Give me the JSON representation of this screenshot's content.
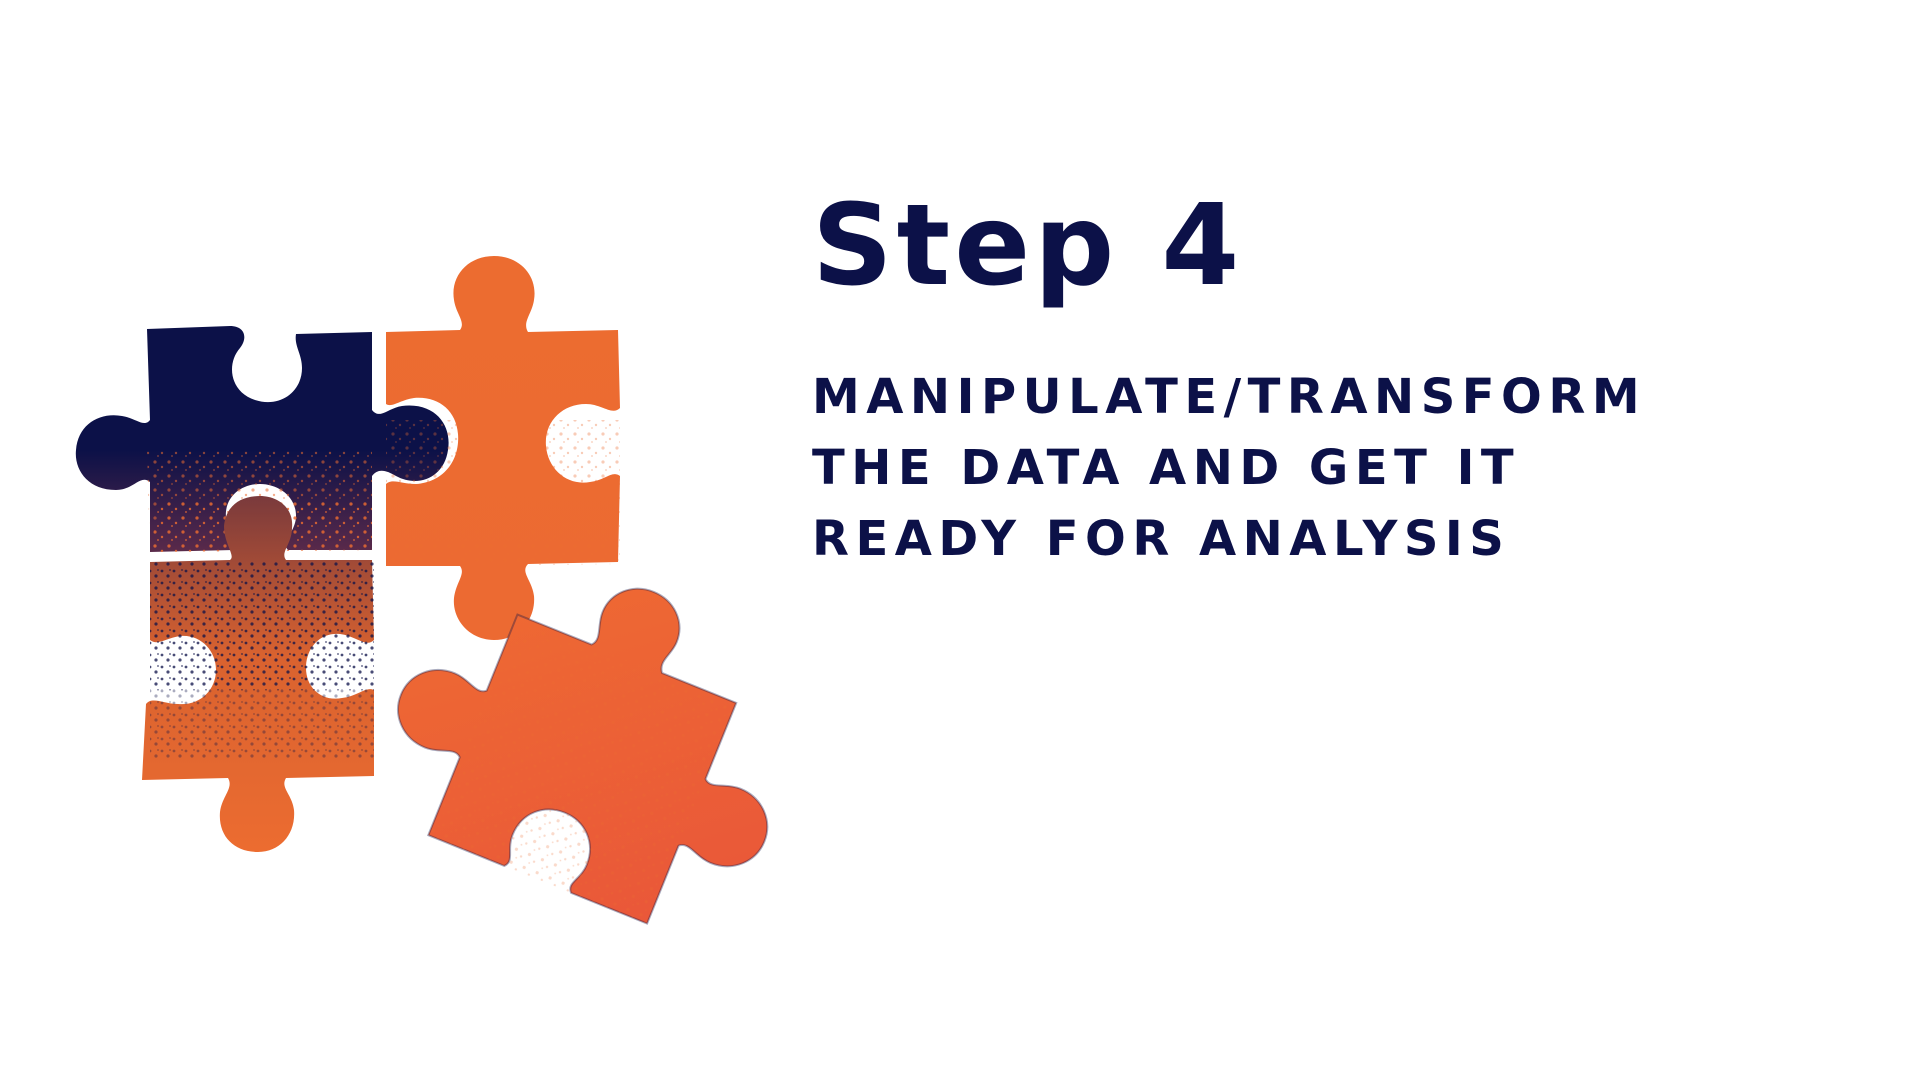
{
  "colors": {
    "navy": "#0c1148",
    "orange": "#ec6c30",
    "red_orange": "#e9553a",
    "background": "#ffffff"
  },
  "illustration": {
    "icon": "jigsaw-puzzle-pieces-icon"
  },
  "slide": {
    "title": "Step 4",
    "subtitle_lines": [
      "MANIPULATE/TRANSFORM",
      "THE DATA AND GET IT",
      "READY FOR ANALYSIS"
    ]
  }
}
